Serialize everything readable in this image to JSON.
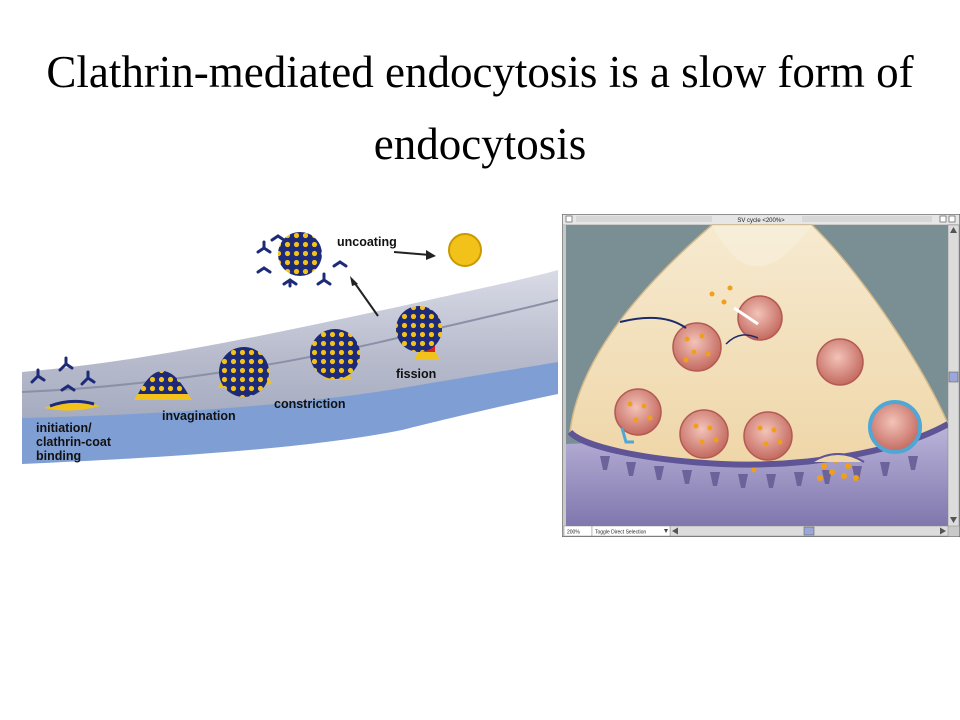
{
  "slide": {
    "title_line1": "Clathrin-mediated endocytosis is a slow form of",
    "title_line2": "endocytosis"
  },
  "left_figure": {
    "labels": {
      "initiation_1": "initiation/",
      "initiation_2": "clathrin-coat",
      "initiation_3": "binding",
      "invagination": "invagination",
      "constriction": "constriction",
      "fission": "fission",
      "uncoating": "uncoating"
    },
    "colors": {
      "membrane_blue": "#7f9fd4",
      "clathrin_navy": "#1c2a78",
      "vesicle_yellow": "#f2c21a"
    }
  },
  "right_figure": {
    "window": {
      "title": "SV cycle <200%>",
      "zoom": "200%",
      "status_text": "Toggle Direct Selection"
    },
    "colors": {
      "background": "#7a8f94",
      "terminal": "#f3e2c0",
      "vesicle": "#d9887e",
      "neurotransmitter": "#f0a018",
      "postsynaptic": "#9d93c6"
    }
  }
}
